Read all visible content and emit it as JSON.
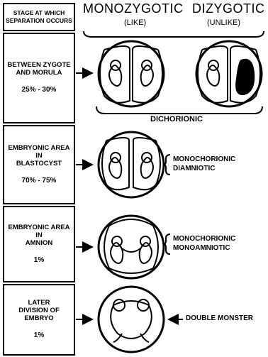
{
  "header": {
    "line1": "STAGE AT WHICH",
    "line2": "SEPARATION OCCURS"
  },
  "columns": {
    "monozygotic": {
      "title": "MONOZYGOTIC",
      "subtitle": "(LIKE)"
    },
    "dizygotic": {
      "title": "DIZYGOTIC",
      "subtitle": "(UNLIKE)"
    }
  },
  "rows": [
    {
      "stage_line1": "BETWEEN ZYGOTE",
      "stage_line2": "AND MORULA",
      "stage_line3": "",
      "percent": "25% - 30%"
    },
    {
      "stage_line1": "EMBRYONIC AREA",
      "stage_line2": "IN",
      "stage_line3": "BLASTOCYST",
      "percent": "70% - 75%"
    },
    {
      "stage_line1": "EMBRYONIC AREA",
      "stage_line2": "IN",
      "stage_line3": "AMNION",
      "percent": "1%"
    },
    {
      "stage_line1": "LATER",
      "stage_line2": "DIVISION OF",
      "stage_line3": "EMBRYO",
      "percent": "1%"
    }
  ],
  "labels": {
    "dichorionic": "DICHORIONIC",
    "monochorionic_diamniotic_1": "MONOCHORIONIC",
    "monochorionic_diamniotic_2": "DIAMNIOTIC",
    "monochorionic_monoamniotic_1": "MONOCHORIONIC",
    "monochorionic_monoamniotic_2": "MONOAMNIOTIC",
    "double_monster": "DOUBLE MONSTER"
  }
}
